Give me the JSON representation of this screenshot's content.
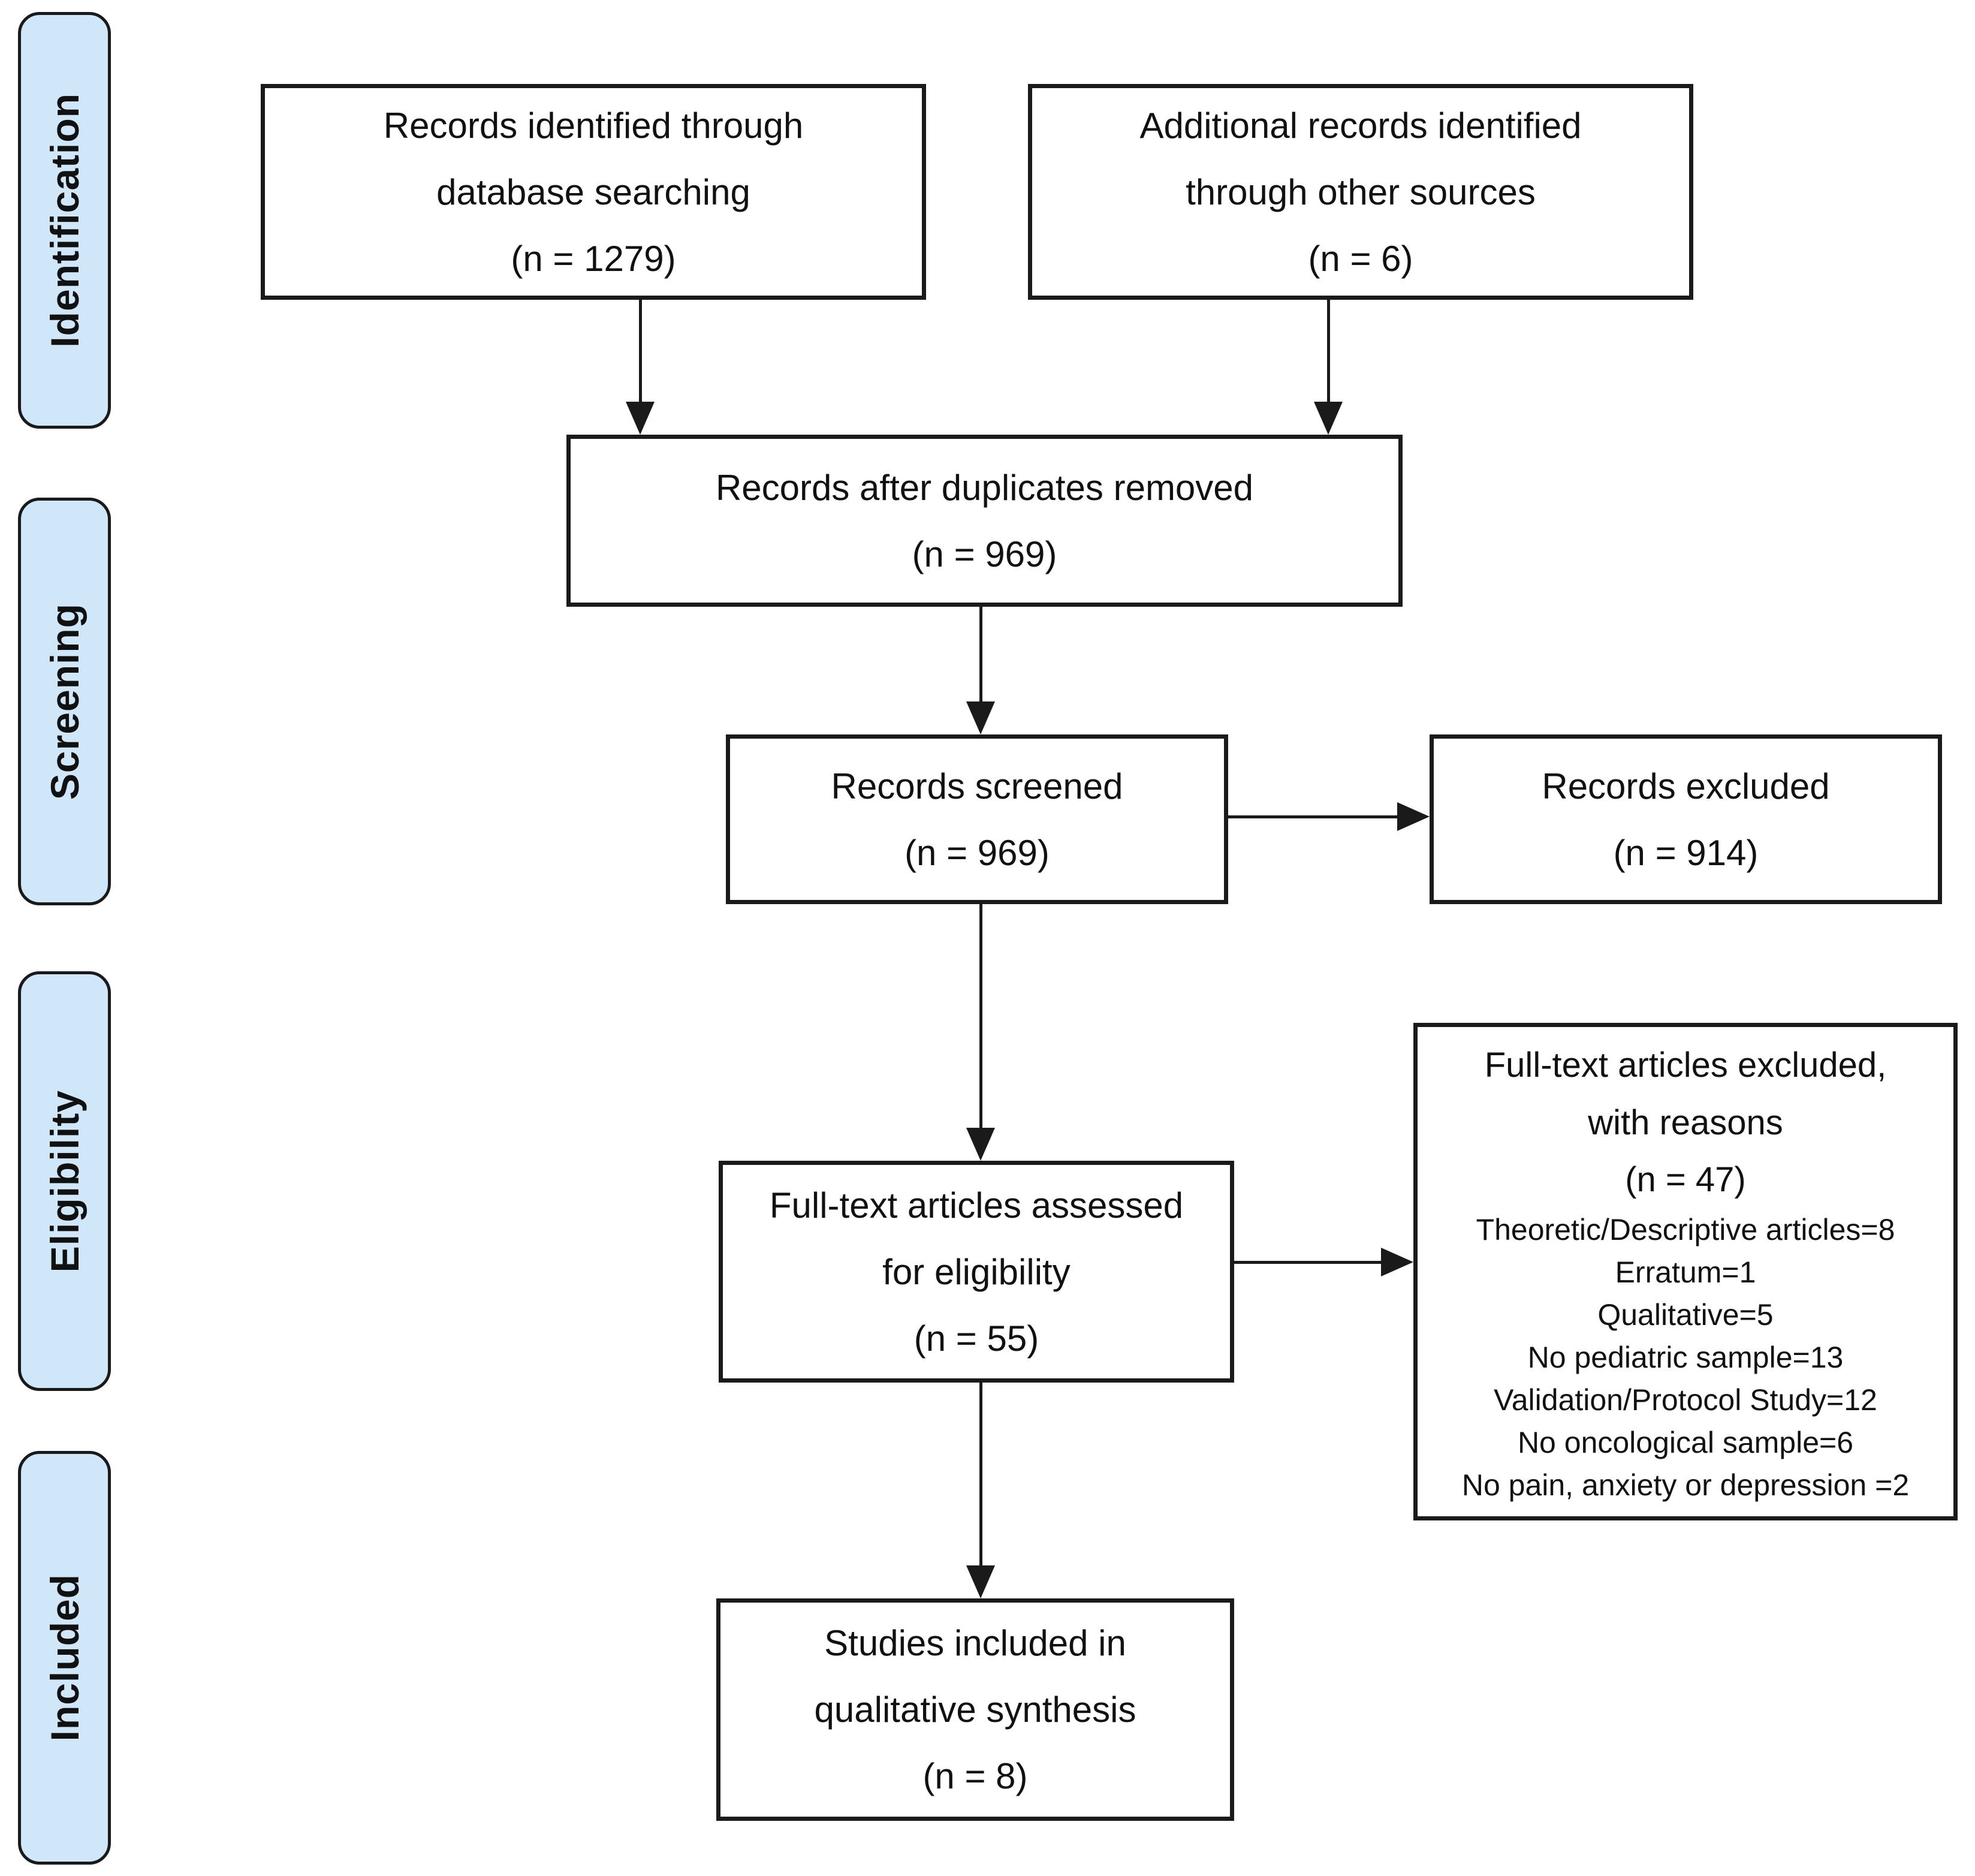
{
  "colors": {
    "stage_fill": "#cfe7f8",
    "border": "#1a1a1a",
    "text": "#111111",
    "line": "#1a1a1a"
  },
  "stages": [
    {
      "label": "Identification"
    },
    {
      "label": "Screening"
    },
    {
      "label": "Eligibility"
    },
    {
      "label": "Included"
    }
  ],
  "boxes": {
    "identified_db": {
      "text": "Records identified through\ndatabase searching\n(n = 1279)",
      "n": 1279
    },
    "identified_other": {
      "text": "Additional records identified\nthrough other sources\n(n = 6)",
      "n": 6
    },
    "after_duplicates": {
      "text": "Records after duplicates removed\n(n = 969)",
      "n": 969
    },
    "screened": {
      "text": "Records screened\n(n = 969)",
      "n": 969
    },
    "records_excluded": {
      "text": "Records excluded\n(n = 914)",
      "n": 914
    },
    "fulltext_assessed": {
      "text": "Full-text articles assessed\nfor eligibility\n(n = 55)",
      "n": 55
    },
    "fulltext_excluded": {
      "heading": "Full-text articles excluded,\nwith reasons\n(n = 47)",
      "n": 47,
      "reasons": [
        "Theoretic/Descriptive articles=8",
        "Erratum=1",
        "Qualitative=5",
        "No pediatric sample=13",
        "Validation/Protocol Study=12",
        "No oncological sample=6",
        "No pain, anxiety or depression =2"
      ]
    },
    "included_qualitative": {
      "text": "Studies included in\nqualitative synthesis\n(n = 8)",
      "n": 8
    }
  }
}
